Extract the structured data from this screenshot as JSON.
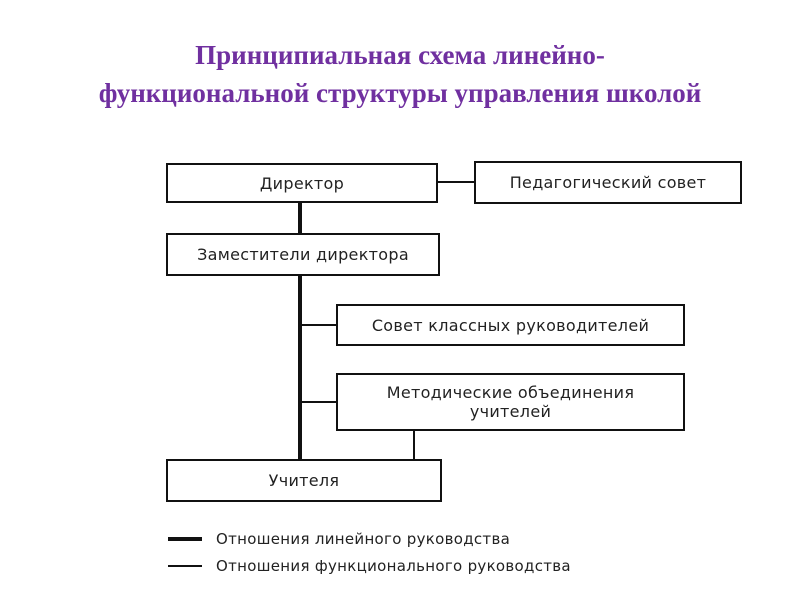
{
  "title": {
    "line1": "Принципиальная схема линейно-",
    "line2": "функциональной структуры управления школой"
  },
  "boxes": {
    "director": "Директор",
    "ped_council": "Педагогический совет",
    "deputies": "Заместители директора",
    "class_council": "Совет классных руководителей",
    "method_line1": "Методические объединения",
    "method_line2": "учителей",
    "teachers": "Учителя"
  },
  "legend": {
    "linear": "Отношения линейного руководства",
    "functional": "Отношения функционального руководства"
  }
}
